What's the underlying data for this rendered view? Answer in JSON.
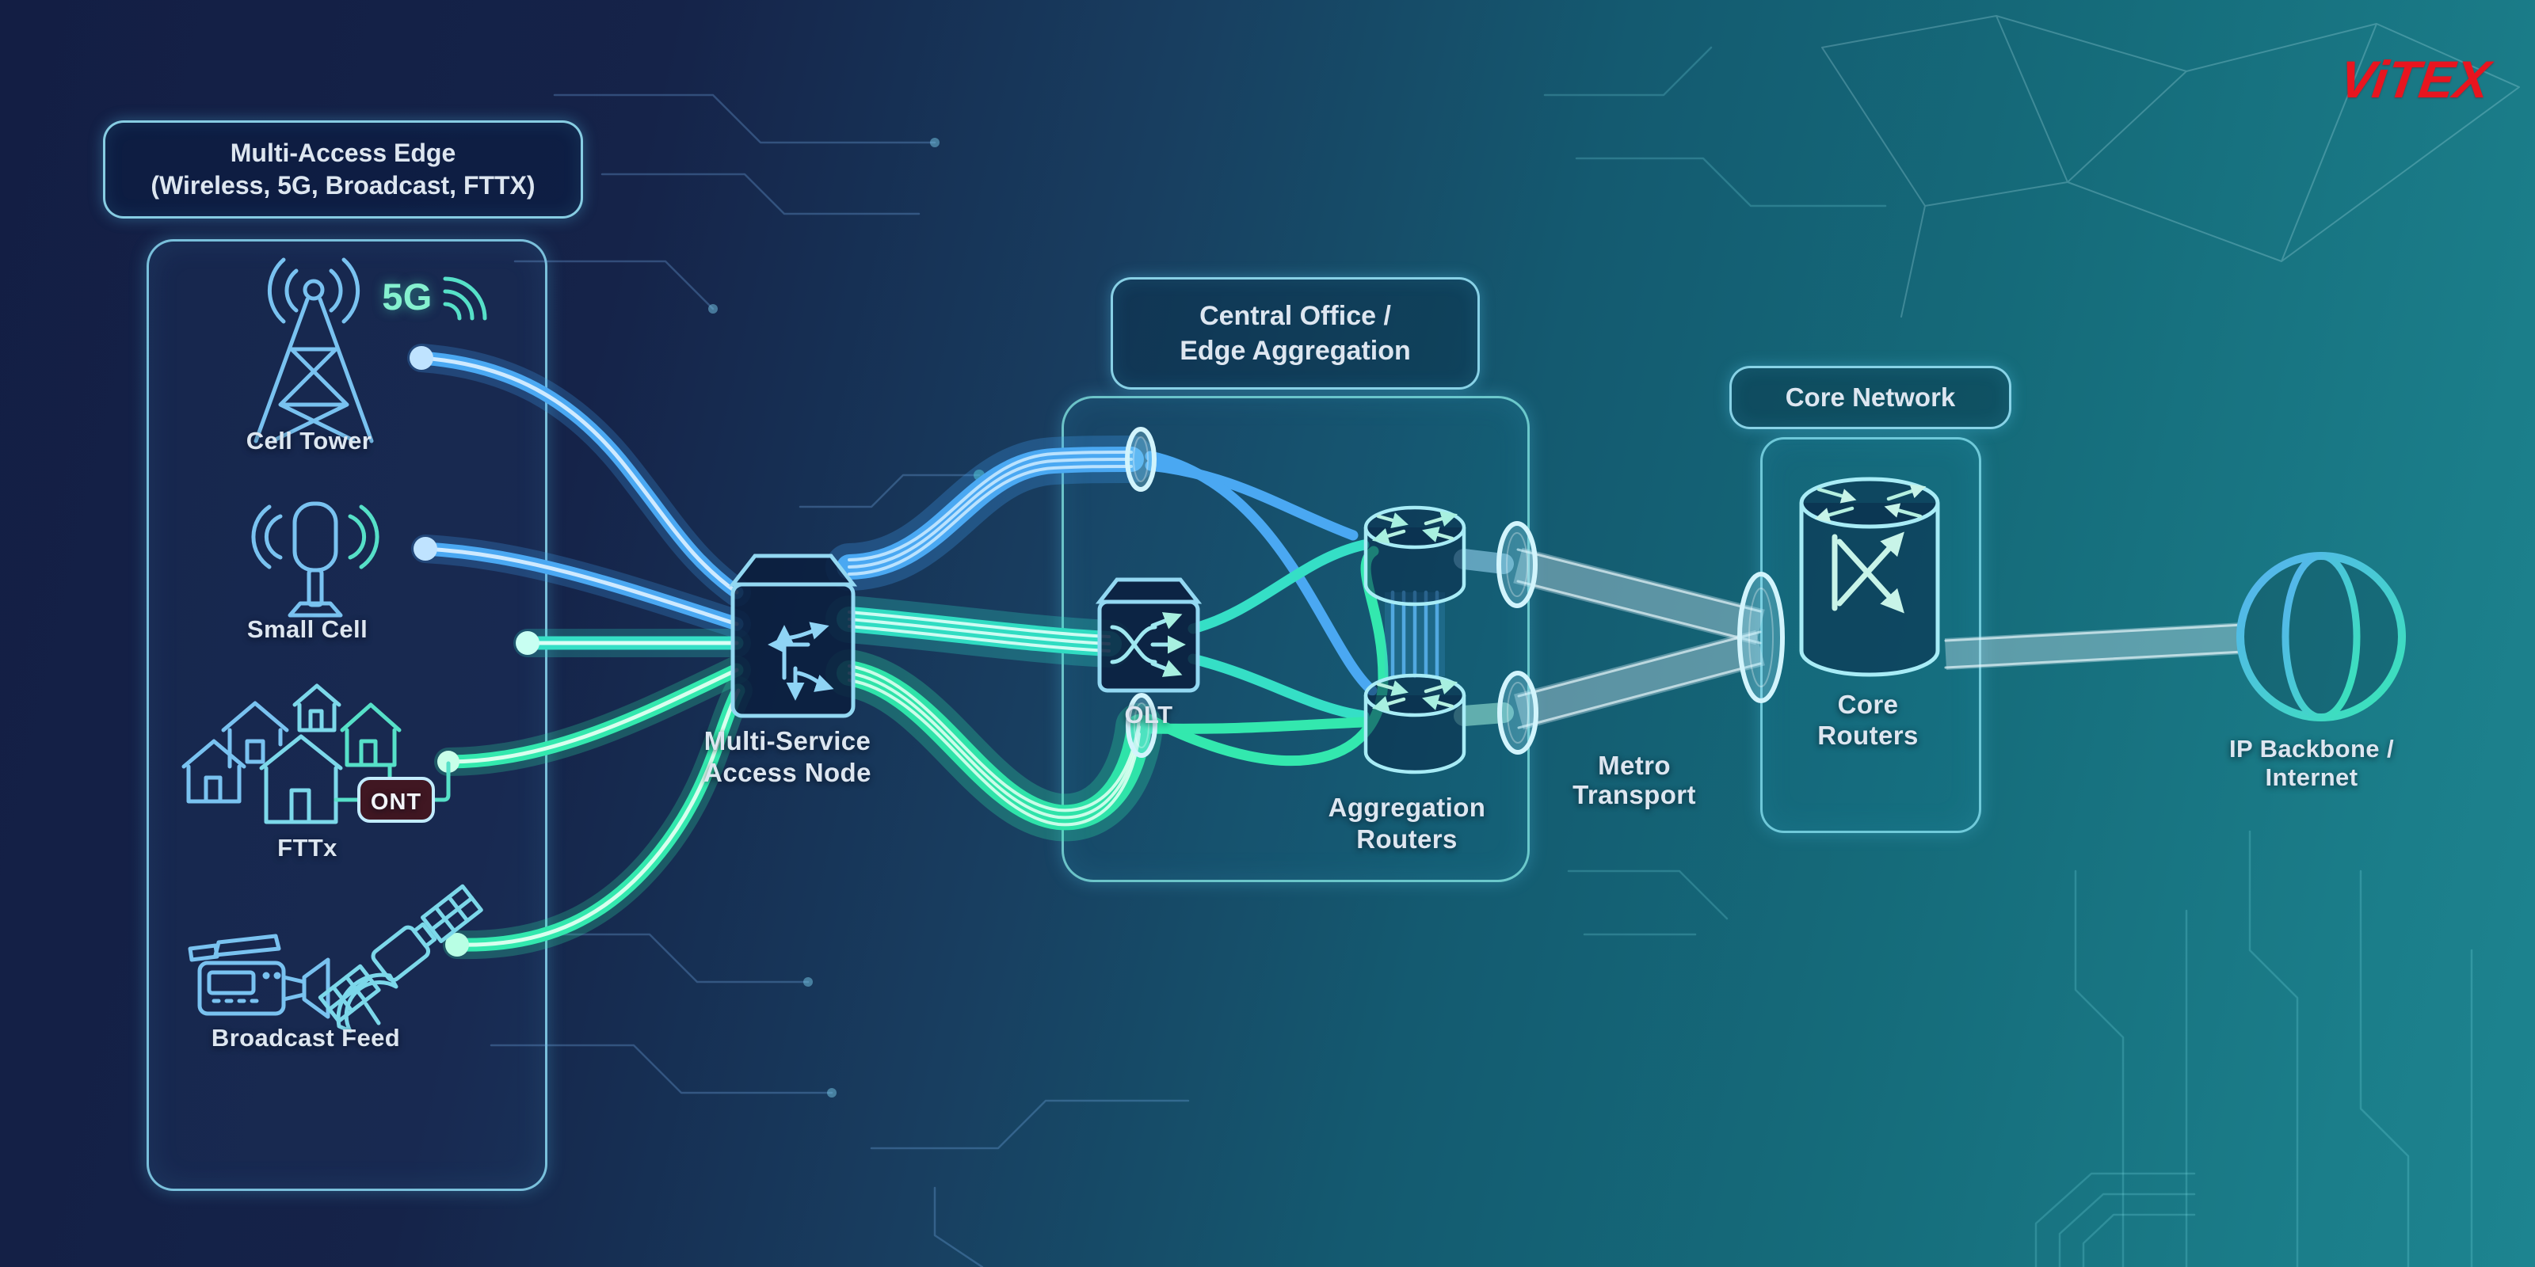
{
  "logo": {
    "text": "ViTEX",
    "color": "#e8151f"
  },
  "groups": {
    "edge": {
      "title_line1": "Multi-Access Edge",
      "title_line2": "(Wireless, 5G, Broadcast, FTTX)"
    },
    "central_office": {
      "title_line1": "Central Office /",
      "title_line2": "Edge Aggregation"
    },
    "core": {
      "title": "Core Network"
    }
  },
  "nodes": {
    "cell_tower": {
      "label": "Cell Tower",
      "badge": "5G"
    },
    "small_cell": {
      "label": "Small Cell"
    },
    "fttx": {
      "label": "FTTx",
      "ont_label": "ONT"
    },
    "broadcast": {
      "label": "Broadcast Feed"
    },
    "msan": {
      "line1": "Multi-Service",
      "line2": "Access Node"
    },
    "olt": {
      "label": "OLT"
    },
    "agg_routers": {
      "line1": "Aggregation",
      "line2": "Routers"
    },
    "metro": {
      "line1": "Metro",
      "line2": "Transport"
    },
    "core_routers": {
      "line1": "Core",
      "line2": "Routers"
    },
    "internet": {
      "line1": "IP Backbone /",
      "line2": "Internet"
    }
  },
  "connections": [
    {
      "from": "Cell Tower (5G)",
      "to": "Multi-Service Access Node"
    },
    {
      "from": "Small Cell",
      "to": "Multi-Service Access Node"
    },
    {
      "from": "FTTx (ONT)",
      "to": "Multi-Service Access Node"
    },
    {
      "from": "Broadcast Feed",
      "to": "Multi-Service Access Node"
    },
    {
      "from": "Multi-Service Access Node",
      "to": "OLT / Central Office"
    },
    {
      "from": "OLT",
      "to": "Aggregation Routers"
    },
    {
      "from": "Aggregation Routers",
      "to": "Core Routers",
      "via": "Metro Transport"
    },
    {
      "from": "Core Routers",
      "to": "IP Backbone / Internet"
    }
  ],
  "colors": {
    "bg_navy": "#152349",
    "bg_teal": "#1b7e8a",
    "fiber_blue": "#4aa8f2",
    "fiber_teal": "#35dfc6",
    "fiber_green": "#33e8ae",
    "outline_cyan": "#93d8f2",
    "text": "#dde6f0",
    "badge_5g": "#85f0cf",
    "logo_red": "#e8151f",
    "ont_fill": "#401722"
  }
}
